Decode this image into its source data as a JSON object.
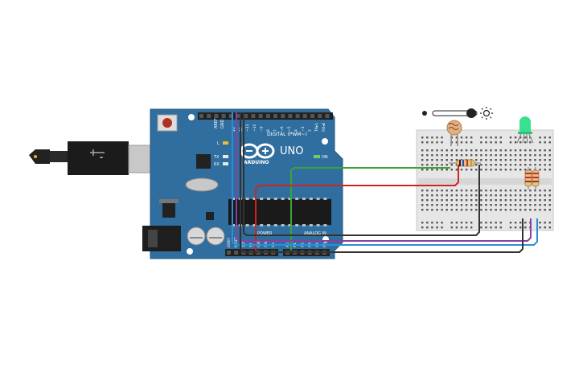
{
  "board": {
    "logo_text": "ARDUINO",
    "model": "UNO",
    "digital_label": "DIGITAL (PWM~)",
    "power_label": "POWER",
    "analog_label": "ANALOG IN",
    "on_label": "ON",
    "tx_label": "TX",
    "rx_label": "RX",
    "l_label": "L",
    "aref_label": "AREF",
    "gnd_label": "GND",
    "digital_pins": [
      "13",
      "12",
      "~11",
      "~10",
      "~9",
      "8",
      "7",
      "~6",
      "~5",
      "4",
      "~3",
      "2",
      "TX▸1",
      "RX◂0"
    ],
    "power_pins": [
      "IOREF",
      "RESET",
      "3.3V",
      "5V",
      "GND",
      "GND",
      "Vin"
    ],
    "analog_pins": [
      "A0",
      "A1",
      "A2",
      "A3",
      "A4",
      "A5"
    ]
  },
  "sensor_control": {
    "sun_icon": "sun-icon",
    "level": 0.85
  },
  "colors": {
    "board": "#2f6e9e",
    "wire_green": "#3aa33a",
    "wire_red": "#d22222",
    "wire_dark": "#333333",
    "wire_purple": "#8a3fa0",
    "wire_blue": "#2a8fd8",
    "led": "#38e090"
  }
}
